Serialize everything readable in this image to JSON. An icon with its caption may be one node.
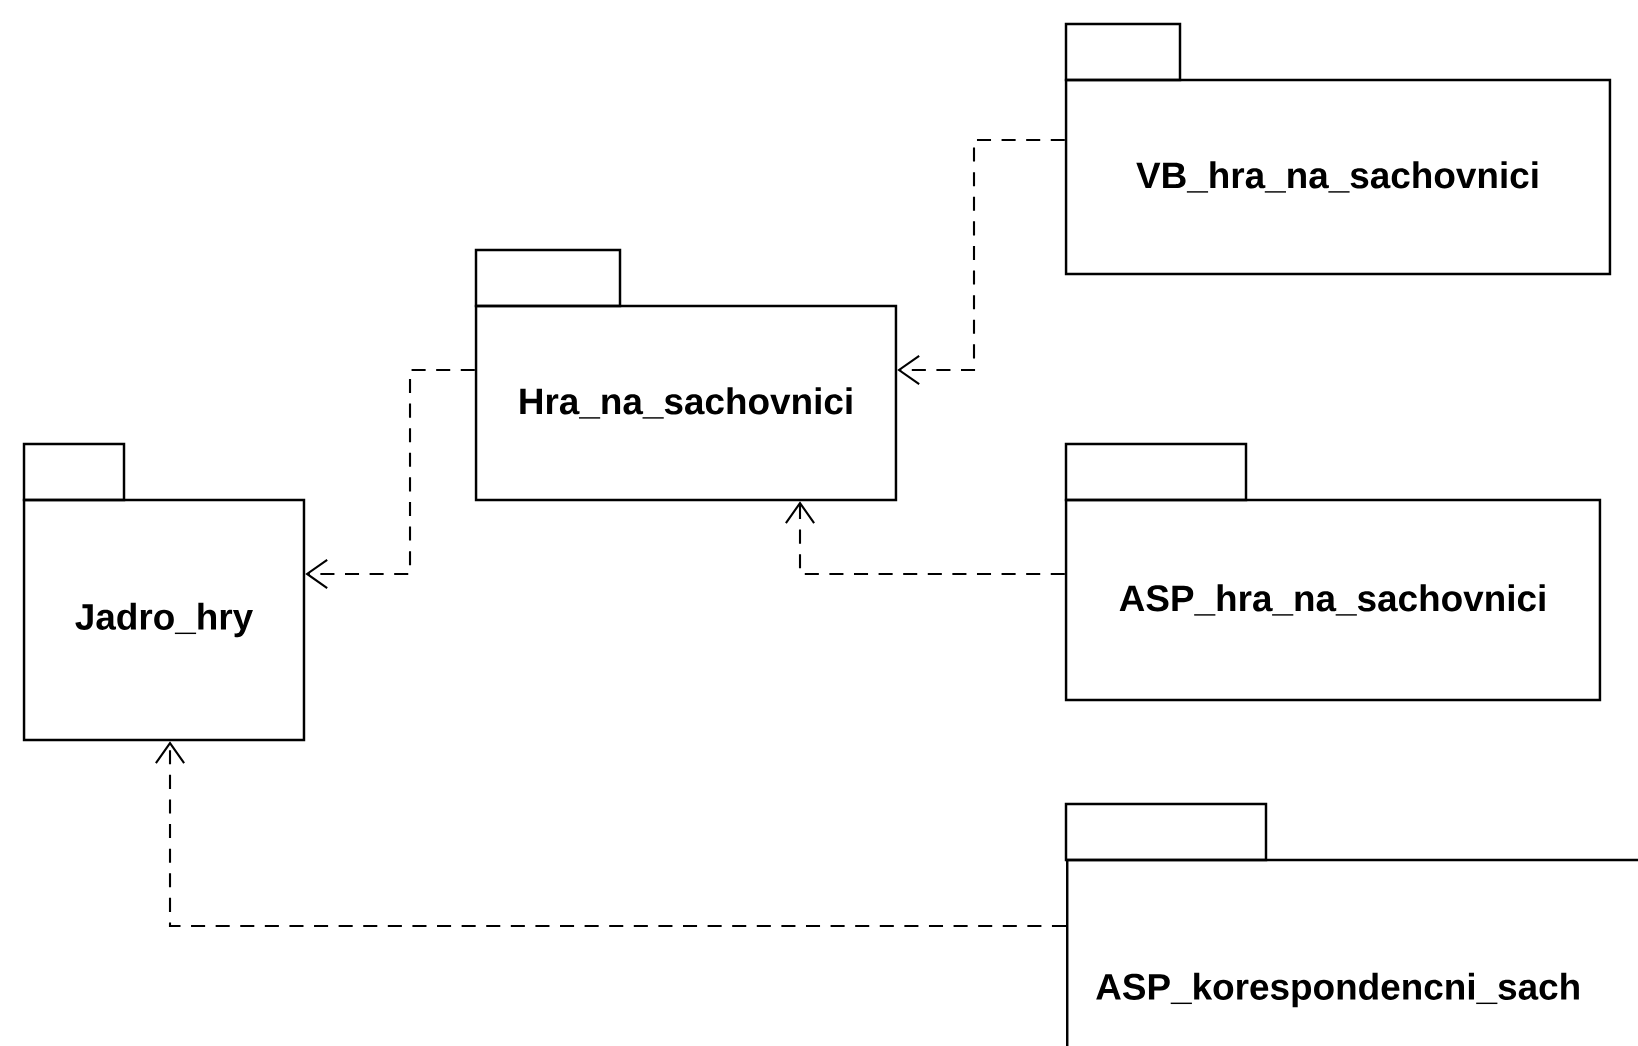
{
  "diagram": {
    "nodes": [
      {
        "text": [
          "Jadro_hry"
        ]
      },
      {
        "text": [
          "Hra_na_sachovnici"
        ]
      },
      {
        "text": [
          "VB_hra_na_sachovnici"
        ]
      },
      {
        "text": [
          "ASP_hra_na_sachovnici"
        ]
      },
      {
        "text": [
          "ASP_korespondencni_sach"
        ]
      }
    ],
    "edges": [
      {
        "from": 1,
        "to": 0,
        "arrow": "to",
        "style": "dashed"
      },
      {
        "from": 2,
        "to": 1,
        "arrow": "to",
        "style": "dashed"
      },
      {
        "from": 3,
        "to": 1,
        "arrow": "to",
        "style": "dashed"
      },
      {
        "from": 4,
        "to": 0,
        "arrow": "to",
        "style": "dashed"
      }
    ]
  }
}
